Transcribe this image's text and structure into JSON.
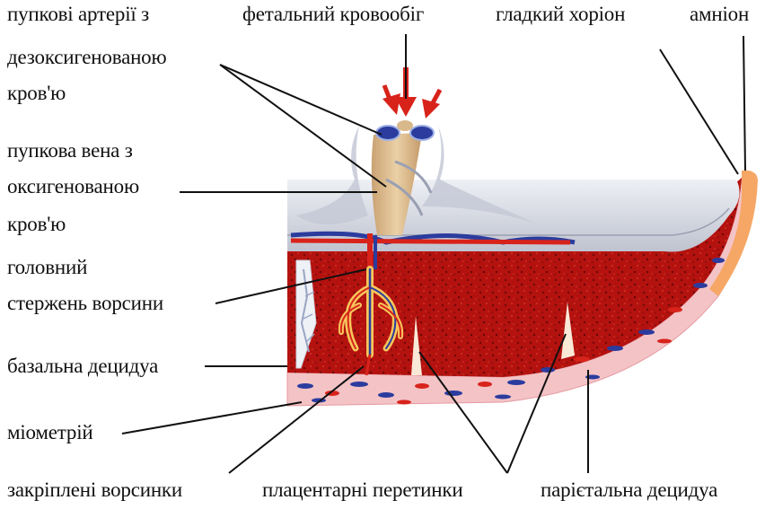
{
  "labels": {
    "umbilical_arteries": [
      "пупкові артерії з",
      "дезоксигенованою",
      "кров'ю"
    ],
    "fetal_circulation": "фетальний кровообіг",
    "smooth_chorion": "гладкий хоріон",
    "amnion": "амніон",
    "umbilical_vein": [
      "пупкова вена з",
      "оксигенованою",
      "кров'ю"
    ],
    "main_villus_stem": [
      "головний",
      "стержень ворсини"
    ],
    "basal_decidua": "базальна децидуа",
    "myometrium": "міометрій",
    "anchoring_villi": "закріплені ворсинки",
    "placental_septa": "плацентарні перетинки",
    "parietal_decidua": "парієтальна децидуа"
  },
  "colors": {
    "artery_blue": "#2b3c9e",
    "vein_red": "#d8231b",
    "placenta_red": "#b51212",
    "chorion_grey": "#c9ccd6",
    "cord_tan": "#d9b98c",
    "amnion_orange": "#f29a55",
    "label_text": "#111111"
  }
}
